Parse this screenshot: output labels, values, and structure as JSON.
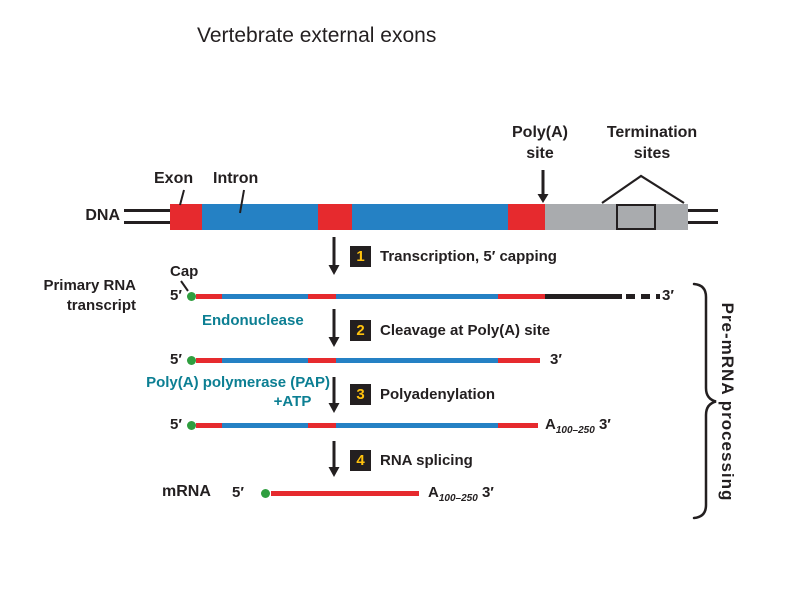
{
  "title": "Vertebrate external exons",
  "dna": {
    "label": "DNA",
    "exon_label": "Exon",
    "intron_label": "Intron",
    "polya_line1": "Poly(A)",
    "polya_line2": "site",
    "term_line1": "Termination",
    "term_line2": "sites"
  },
  "steps": [
    {
      "num": "1",
      "label": "Transcription, 5′ capping"
    },
    {
      "num": "2",
      "label": "Cleavage at Poly(A) site"
    },
    {
      "num": "3",
      "label": "Polyadenylation"
    },
    {
      "num": "4",
      "label": "RNA splicing"
    }
  ],
  "enzymes": {
    "endonuclease": "Endonuclease",
    "pap": "Poly(A) polymerase (PAP)",
    "atp": "+ATP"
  },
  "rows": {
    "primary": {
      "label_line1": "Primary RNA",
      "label_line2": "transcript",
      "cap": "Cap",
      "five": "5′",
      "three": "3′"
    },
    "cleaved": {
      "five": "5′",
      "three": "3′"
    },
    "tailed": {
      "five": "5′",
      "a": "A",
      "a_sub": "100–250",
      "three": "3′"
    },
    "mrna": {
      "label": "mRNA",
      "five": "5′",
      "a": "A",
      "a_sub": "100–250",
      "three": "3′"
    }
  },
  "bracket_label": "Pre-mRNA processing",
  "colors": {
    "exon_red": "#e62a2e",
    "intron_blue": "#2581c4",
    "terminator_gray": "#a9abae",
    "enzyme_teal": "#0c7f93",
    "step_yellow": "#ffc20e",
    "cap_green": "#2f9e3f",
    "line_black": "#231f20"
  }
}
